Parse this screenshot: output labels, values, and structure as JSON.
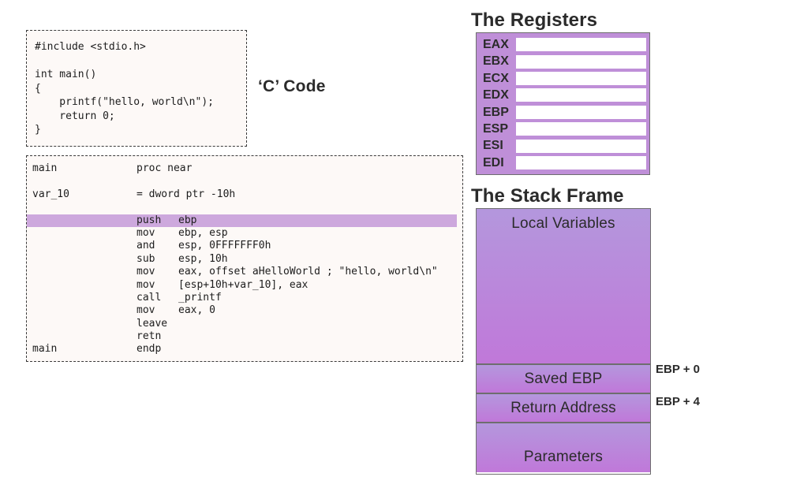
{
  "c_code": {
    "caption": "‘C’ Code",
    "lines": [
      "#include <stdio.h>",
      "",
      "int main()",
      "{",
      "    printf(\"hello, world\\n\");",
      "    return 0;",
      "}"
    ]
  },
  "assembly": {
    "rows": [
      {
        "label": "main",
        "mnemonic": "proc near",
        "operands": "",
        "highlight": false,
        "single": true
      },
      {
        "spacer": true
      },
      {
        "label": "var_10",
        "mnemonic": "= dword ptr -10h",
        "operands": "",
        "highlight": false,
        "single": true
      },
      {
        "spacer": true
      },
      {
        "label": "",
        "mnemonic": "push",
        "operands": "ebp",
        "highlight": true
      },
      {
        "label": "",
        "mnemonic": "mov",
        "operands": "ebp, esp",
        "highlight": false
      },
      {
        "label": "",
        "mnemonic": "and",
        "operands": "esp, 0FFFFFFF0h",
        "highlight": false
      },
      {
        "label": "",
        "mnemonic": "sub",
        "operands": "esp, 10h",
        "highlight": false
      },
      {
        "label": "",
        "mnemonic": "mov",
        "operands": "eax, offset aHelloWorld ; \"hello, world\\n\"",
        "highlight": false
      },
      {
        "label": "",
        "mnemonic": "mov",
        "operands": "[esp+10h+var_10], eax",
        "highlight": false
      },
      {
        "label": "",
        "mnemonic": "call",
        "operands": "_printf",
        "highlight": false
      },
      {
        "label": "",
        "mnemonic": "mov",
        "operands": "eax, 0",
        "highlight": false
      },
      {
        "label": "",
        "mnemonic": "leave",
        "operands": "",
        "highlight": false
      },
      {
        "label": "",
        "mnemonic": "retn",
        "operands": "",
        "highlight": false
      },
      {
        "label": "main",
        "mnemonic": "endp",
        "operands": "",
        "highlight": false
      }
    ]
  },
  "registers": {
    "heading": "The Registers",
    "items": [
      {
        "name": "EAX",
        "value": ""
      },
      {
        "name": "EBX",
        "value": ""
      },
      {
        "name": "ECX",
        "value": ""
      },
      {
        "name": "EDX",
        "value": ""
      },
      {
        "name": "EBP",
        "value": ""
      },
      {
        "name": "ESP",
        "value": ""
      },
      {
        "name": "ESI",
        "value": ""
      },
      {
        "name": "EDI",
        "value": ""
      }
    ]
  },
  "stack_frame": {
    "heading": "The Stack Frame",
    "cells": [
      {
        "label": "Local Variables"
      },
      {
        "label": "Saved EBP"
      },
      {
        "label": "Return Address"
      },
      {
        "label": "Parameters"
      }
    ],
    "annotations": [
      {
        "text": "EBP + 0"
      },
      {
        "text": "EBP + 4"
      }
    ]
  },
  "colors": {
    "purple_panel": "#bf8fd8",
    "gradient_top": "#b497dd",
    "gradient_bottom": "#c078d9",
    "highlight_row": "#cda8dd",
    "code_bg": "#fdf9f7",
    "border": "#6e6e6e",
    "text": "#2b2b2b"
  }
}
